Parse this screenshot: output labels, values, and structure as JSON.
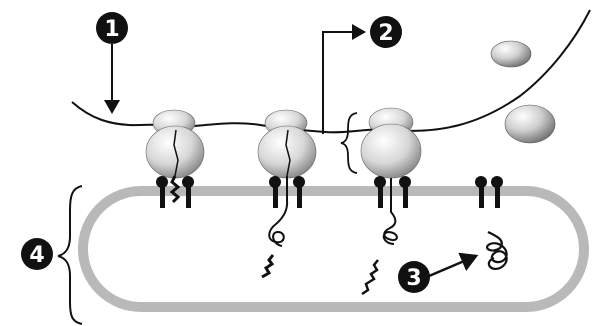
{
  "callouts": [
    {
      "id": "1",
      "label": "1"
    },
    {
      "id": "2",
      "label": "2"
    },
    {
      "id": "3",
      "label": "3"
    },
    {
      "id": "4",
      "label": "4"
    }
  ],
  "colors": {
    "ink": "#111111",
    "membrane": "#b9b9b9",
    "ribosome_light": "#f1f1f1",
    "ribosome_dark": "#8f8f8f",
    "badge": "#111111",
    "badge_text": "#ffffff"
  },
  "icons": [
    "ribosome-icon",
    "translocon-icon",
    "protein-chain-icon",
    "vesicle-icon",
    "arrow-icon",
    "brace-icon"
  ]
}
